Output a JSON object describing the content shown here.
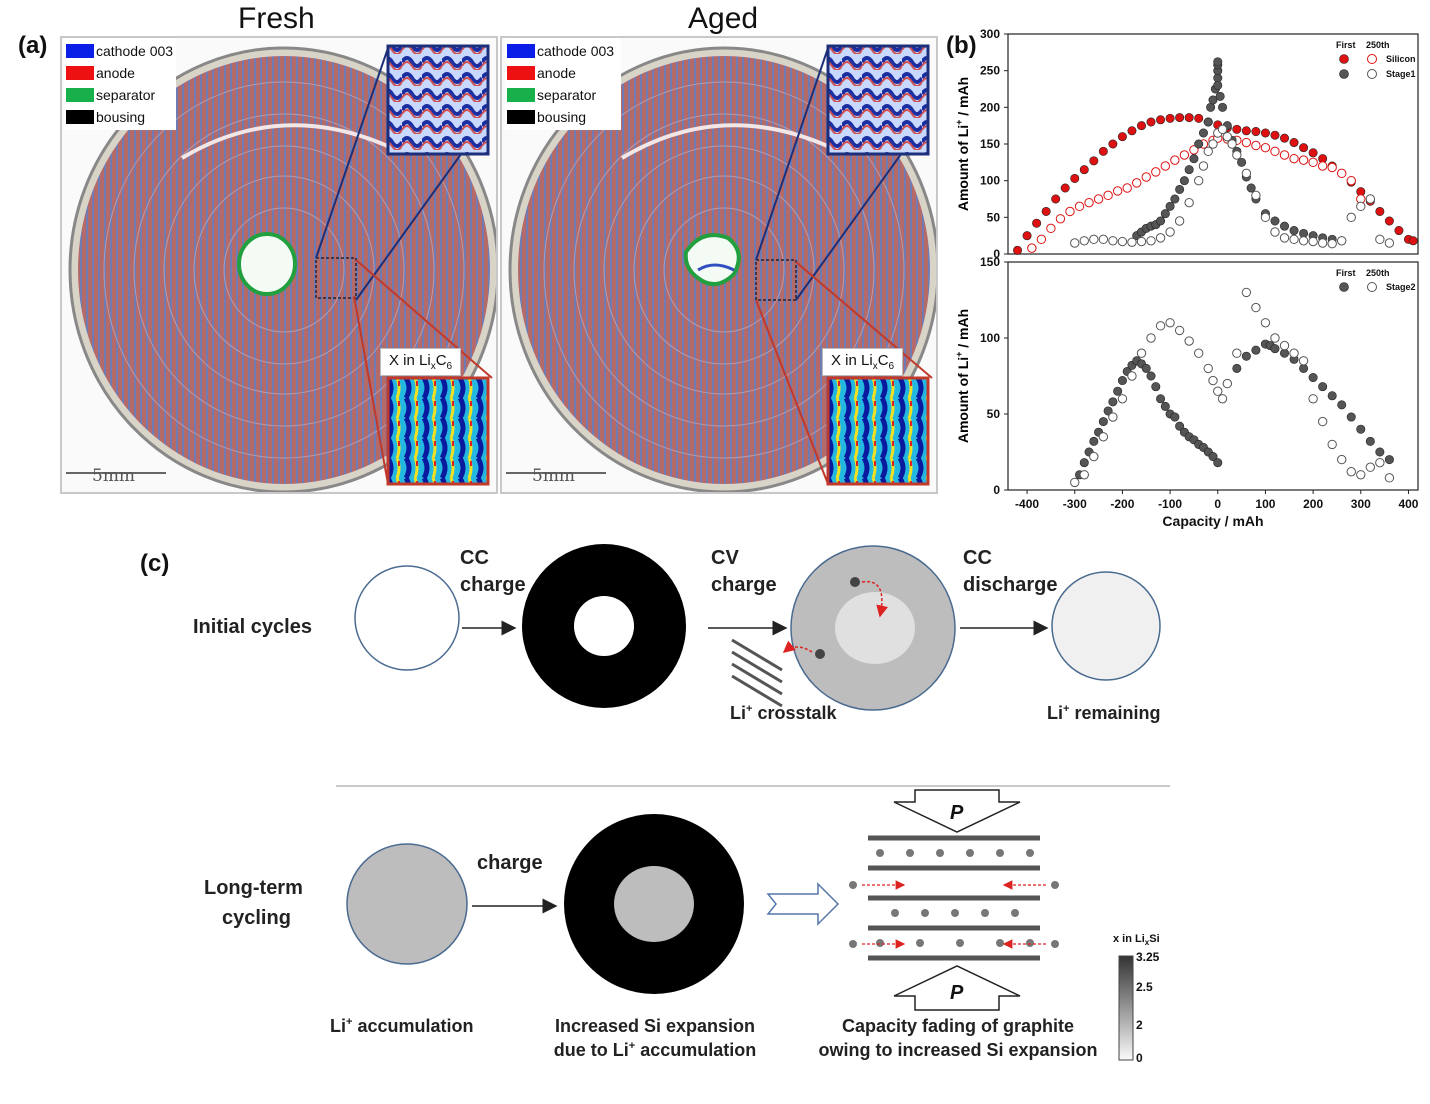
{
  "panel_a": {
    "label": "(a)",
    "fresh": {
      "title": "Fresh",
      "legend": [
        {
          "label": "cathode 003",
          "color": "#0a1ee8"
        },
        {
          "label": "anode",
          "color": "#ee1111"
        },
        {
          "label": "separator",
          "color": "#17b04a"
        },
        {
          "label": "bousing",
          "color": "#000000"
        }
      ],
      "scale_bar": "5mm",
      "inset_label": "X in Li",
      "inset_sub_x": "x",
      "inset_c": "C",
      "inset_sub_6": "6"
    },
    "aged": {
      "title": "Aged",
      "legend": [
        {
          "label": "cathode 003",
          "color": "#0a1ee8"
        },
        {
          "label": "anode",
          "color": "#ee1111"
        },
        {
          "label": "separator",
          "color": "#17b04a"
        },
        {
          "label": "bousing",
          "color": "#000000"
        }
      ],
      "scale_bar": "5mm",
      "inset_label": "X in Li",
      "inset_sub_x": "x",
      "inset_c": "C",
      "inset_sub_6": "6"
    }
  },
  "panel_b": {
    "label": "(b)"
  },
  "chart_data": [
    {
      "type": "scatter",
      "xlabel": "",
      "ylabel": "Amount of Li+ / mAh",
      "ylabel_parts": {
        "pre": "Amount of Li",
        "sup": "+",
        "post": " / mAh"
      },
      "xlim": [
        -440,
        420
      ],
      "ylim": [
        0,
        300
      ],
      "yticks": [
        0,
        50,
        100,
        150,
        200,
        250,
        300
      ],
      "legend_header": [
        "First",
        "250th"
      ],
      "series": [
        {
          "name": "Silicon",
          "marker": "filled",
          "color": "#dd1111",
          "x": [
            -420,
            -400,
            -380,
            -360,
            -340,
            -320,
            -300,
            -280,
            -260,
            -240,
            -220,
            -200,
            -180,
            -160,
            -140,
            -120,
            -100,
            -80,
            -60,
            -40,
            -20,
            0,
            20,
            40,
            60,
            80,
            100,
            120,
            140,
            160,
            180,
            200,
            220,
            240,
            260,
            280,
            300,
            320,
            340,
            360,
            380,
            400,
            410
          ],
          "y": [
            5,
            25,
            42,
            58,
            75,
            90,
            103,
            115,
            127,
            140,
            150,
            160,
            168,
            175,
            180,
            183,
            185,
            186,
            186,
            185,
            180,
            176,
            172,
            170,
            168,
            167,
            165,
            162,
            158,
            152,
            145,
            138,
            130,
            120,
            110,
            98,
            85,
            72,
            58,
            45,
            32,
            20,
            18
          ]
        },
        {
          "name": "Silicon-250th",
          "marker": "open",
          "color": "#dd1111",
          "x": [
            -390,
            -370,
            -350,
            -330,
            -310,
            -290,
            -270,
            -250,
            -230,
            -210,
            -190,
            -170,
            -150,
            -130,
            -110,
            -90,
            -70,
            -50,
            -30,
            -10,
            0,
            20,
            40,
            60,
            80,
            100,
            120,
            140,
            160,
            180,
            200,
            220,
            240,
            260,
            280,
            300
          ],
          "y": [
            8,
            20,
            35,
            48,
            58,
            65,
            70,
            75,
            80,
            86,
            90,
            97,
            105,
            112,
            120,
            128,
            135,
            142,
            150,
            155,
            158,
            157,
            155,
            152,
            148,
            145,
            140,
            135,
            130,
            128,
            125,
            120,
            118,
            110,
            100,
            75
          ]
        },
        {
          "name": "Stage1",
          "marker": "filled",
          "color": "#555555",
          "x": [
            -170,
            -160,
            -150,
            -140,
            -130,
            -120,
            -110,
            -100,
            -90,
            -80,
            -70,
            -60,
            -50,
            -40,
            -30,
            -20,
            -15,
            -10,
            -5,
            0,
            0,
            0,
            0,
            0,
            5,
            10,
            20,
            30,
            40,
            50,
            60,
            70,
            80,
            100,
            120,
            140,
            160,
            180,
            200,
            220,
            240,
            260
          ],
          "y": [
            25,
            30,
            35,
            38,
            40,
            45,
            55,
            65,
            75,
            88,
            100,
            115,
            130,
            150,
            165,
            180,
            200,
            210,
            225,
            240,
            250,
            258,
            262,
            230,
            215,
            200,
            175,
            155,
            140,
            125,
            105,
            90,
            75,
            55,
            45,
            38,
            32,
            28,
            25,
            22,
            20,
            18
          ]
        },
        {
          "name": "Stage1-250th",
          "marker": "open",
          "color": "#555555",
          "x": [
            -300,
            -280,
            -260,
            -240,
            -220,
            -200,
            -180,
            -160,
            -140,
            -120,
            -100,
            -80,
            -60,
            -40,
            -30,
            -20,
            -10,
            0,
            10,
            20,
            30,
            40,
            60,
            80,
            100,
            120,
            140,
            160,
            180,
            200,
            220,
            240,
            260,
            280,
            300,
            320,
            340,
            360
          ],
          "y": [
            15,
            18,
            20,
            20,
            18,
            17,
            16,
            17,
            18,
            22,
            30,
            45,
            70,
            100,
            120,
            140,
            150,
            165,
            170,
            160,
            150,
            135,
            110,
            80,
            50,
            30,
            22,
            20,
            18,
            17,
            15,
            14,
            18,
            50,
            65,
            75,
            20,
            15
          ]
        }
      ]
    },
    {
      "type": "scatter",
      "xlabel": "Capacity / mAh",
      "ylabel": "Amount of Li+ / mAh",
      "ylabel_parts": {
        "pre": "Amount of Li",
        "sup": "+",
        "post": " / mAh"
      },
      "xlim": [
        -440,
        420
      ],
      "ylim": [
        0,
        150
      ],
      "yticks": [
        0,
        50,
        100,
        150
      ],
      "xticks": [
        -400,
        -300,
        -200,
        -100,
        0,
        100,
        200,
        300,
        400
      ],
      "legend_header": [
        "First",
        "250th"
      ],
      "series": [
        {
          "name": "Stage2",
          "marker": "filled",
          "color": "#555555",
          "x": [
            -300,
            -290,
            -280,
            -270,
            -260,
            -250,
            -240,
            -230,
            -220,
            -210,
            -200,
            -190,
            -180,
            -170,
            -160,
            -150,
            -140,
            -130,
            -120,
            -110,
            -100,
            -90,
            -80,
            -70,
            -60,
            -50,
            -40,
            -30,
            -20,
            -10,
            0,
            20,
            40,
            60,
            80,
            100,
            110,
            120,
            140,
            160,
            180,
            200,
            220,
            240,
            260,
            280,
            300,
            320,
            340,
            360
          ],
          "y": [
            5,
            10,
            18,
            25,
            32,
            38,
            45,
            52,
            58,
            65,
            72,
            78,
            82,
            85,
            83,
            80,
            75,
            68,
            60,
            55,
            50,
            48,
            42,
            38,
            35,
            33,
            30,
            28,
            25,
            22,
            18,
            70,
            80,
            88,
            92,
            96,
            95,
            93,
            90,
            86,
            80,
            74,
            68,
            62,
            56,
            48,
            40,
            32,
            25,
            20
          ]
        },
        {
          "name": "Stage2-250th",
          "marker": "open",
          "color": "#555555",
          "x": [
            -300,
            -280,
            -260,
            -240,
            -220,
            -200,
            -180,
            -160,
            -140,
            -120,
            -100,
            -80,
            -60,
            -40,
            -20,
            -10,
            0,
            10,
            20,
            40,
            60,
            80,
            100,
            120,
            140,
            160,
            180,
            200,
            220,
            240,
            260,
            280,
            300,
            320,
            340,
            360
          ],
          "y": [
            5,
            10,
            22,
            35,
            48,
            60,
            75,
            90,
            100,
            108,
            110,
            105,
            98,
            90,
            80,
            72,
            65,
            60,
            70,
            90,
            130,
            120,
            110,
            100,
            95,
            90,
            85,
            60,
            45,
            30,
            20,
            12,
            10,
            15,
            18,
            8
          ]
        }
      ]
    }
  ],
  "panel_c": {
    "label": "(c)",
    "initial_cycles": "Initial cycles",
    "cc_charge_1": "CC",
    "cc_charge_2": "charge",
    "cv_charge_1": "CV",
    "cv_charge_2": "charge",
    "cc_discharge_1": "CC",
    "cc_discharge_2": "discharge",
    "crosstalk_pre": "Li",
    "crosstalk_sup": "+",
    "crosstalk_post": " crosstalk",
    "remaining_pre": "Li",
    "remaining_sup": "+",
    "remaining_post": " remaining",
    "long_term_1": "Long-term",
    "long_term_2": "cycling",
    "charge": "charge",
    "accum_pre": "Li",
    "accum_sup": "+",
    "accum_post": " accumulation",
    "expansion_1": "Increased Si expansion",
    "expansion_2_pre": "due to Li",
    "expansion_2_sup": "+",
    "expansion_2_post": " accumulation",
    "fading_1": "Capacity fading of graphite",
    "fading_2": "owing to increased Si expansion",
    "pressure": "P",
    "colorbar_title_pre": "x in Li",
    "colorbar_title_sub": "x",
    "colorbar_title_post": "Si",
    "colorbar_ticks": [
      "3.25",
      "2.5",
      "2",
      "0"
    ]
  }
}
